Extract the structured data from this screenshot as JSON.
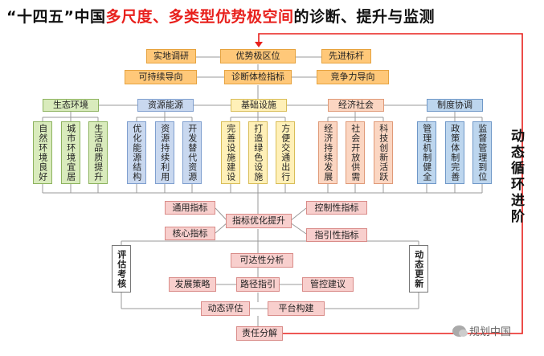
{
  "title": {
    "prefix": "“十四五”中国",
    "highlight": "多尺度、多类型优势极空间",
    "suffix": "的诊断、提升与监测"
  },
  "top_row": {
    "left": "实地调研",
    "center": "优势极区位",
    "right": "先进标杆"
  },
  "second_row": {
    "left": "可持续导向",
    "center": "诊断体检指标",
    "right": "竞争力导向"
  },
  "categories": {
    "eco": {
      "label": "生态环境",
      "items": [
        "自然环境良好",
        "城市环境宜居",
        "生活品质提升"
      ]
    },
    "res": {
      "label": "资源能源",
      "items": [
        "优化能源结构",
        "资源持续利用",
        "开发替代资源"
      ]
    },
    "infra": {
      "label": "基础设施",
      "items": [
        "完善设施建设",
        "打造绿色设施",
        "方便交通出行"
      ]
    },
    "econ": {
      "label": "经济社会",
      "items": [
        "经济持续发展",
        "社会开放供需",
        "科技创新活跃"
      ]
    },
    "inst": {
      "label": "制度协调",
      "items": [
        "管理机制健全",
        "政策体制完善",
        "监督管理到位"
      ]
    }
  },
  "middle": {
    "general": "通用指标",
    "core": "核心指标",
    "optimize": "指标优化提升",
    "control": "控制性指标",
    "guide": "指引性指标",
    "reach": "可达性分析",
    "strategy": "发展策略",
    "path": "路径指引",
    "advice": "管控建议",
    "dyn_eval": "动态评估",
    "platform": "平台构建",
    "duty": "责任分解",
    "assess": "评估考核",
    "update": "动态更新"
  },
  "side_label": "动态循环进阶",
  "watermark": "规划中国",
  "colors": {
    "accent_red": "#e8201c",
    "orange": "#ffc879",
    "green": "#d9ebbc",
    "blue": "#c9d8ef",
    "yellow": "#fff0b8",
    "salmon": "#fbd6c2",
    "pink": "#f8cfcd"
  }
}
